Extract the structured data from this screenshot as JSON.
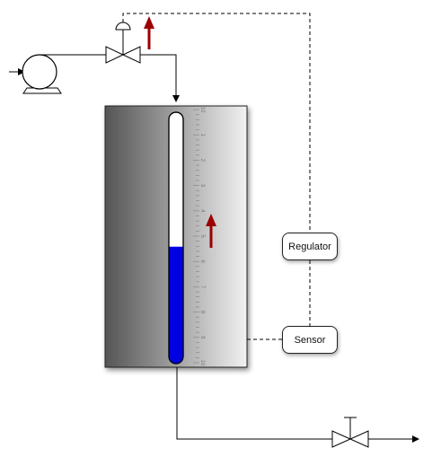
{
  "regulator": {
    "label": "Regulator"
  },
  "sensor": {
    "label": "Sensor"
  },
  "scale": {
    "labels": [
      "10",
      "1",
      "2",
      "3",
      "4",
      "5",
      "6",
      "7",
      "8",
      "9",
      "10"
    ]
  },
  "tank": {
    "fill_level": 0.465
  },
  "colors": {
    "liquid": "#0000e0",
    "arrow": "#9b0000",
    "line": "#000000"
  }
}
